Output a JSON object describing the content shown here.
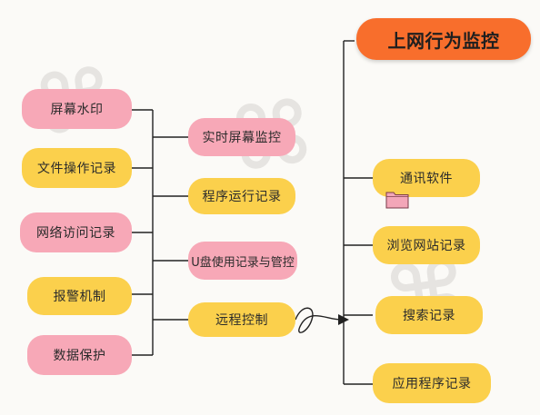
{
  "root": {
    "label": "上网行为监控"
  },
  "left_column": [
    {
      "label": "屏幕水印",
      "color": "#f7a8b7"
    },
    {
      "label": "文件操作记录",
      "color": "#fbd04c"
    },
    {
      "label": "网络访问记录",
      "color": "#f7a8b7"
    },
    {
      "label": "报警机制",
      "color": "#fbd04c"
    },
    {
      "label": "数据保护",
      "color": "#f7a8b7"
    }
  ],
  "middle_column": [
    {
      "label": "实时屏幕监控",
      "color": "#f7a8b7"
    },
    {
      "label": "程序运行记录",
      "color": "#fbd04c"
    },
    {
      "label": "U盘使用记录与管控",
      "color": "#f7a8b7"
    },
    {
      "label": "远程控制",
      "color": "#fbd04c"
    }
  ],
  "right_column": [
    {
      "label": "通讯软件",
      "color": "#fbd04c"
    },
    {
      "label": "浏览网站记录",
      "color": "#fbd04c"
    },
    {
      "label": "搜索记录",
      "color": "#fbd04c"
    },
    {
      "label": "应用程序记录",
      "color": "#fbd04c"
    }
  ],
  "icons": {
    "folder": "folder-icon"
  },
  "colors": {
    "root": "#f86e2c",
    "pink": "#f7a8b7",
    "yellow": "#fbd04c",
    "line": "#222222"
  }
}
